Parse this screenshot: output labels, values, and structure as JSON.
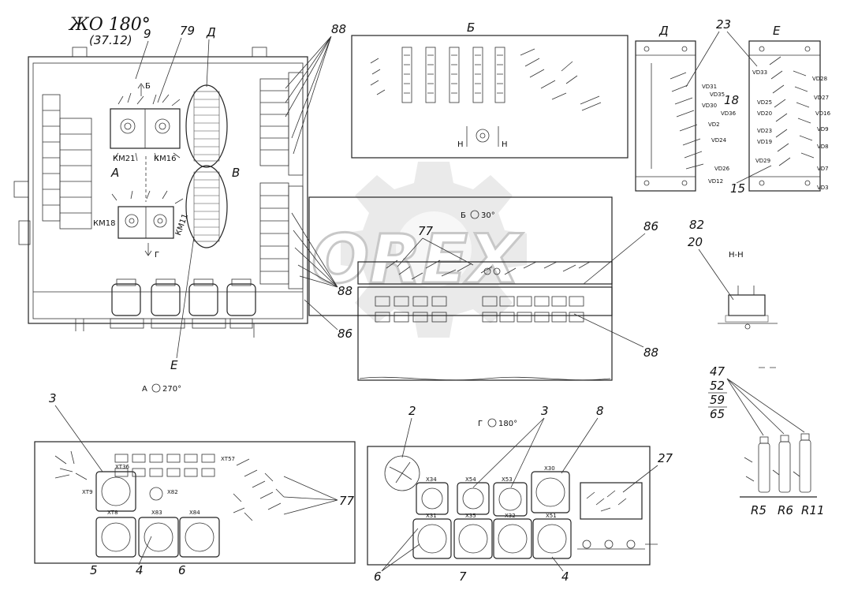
{
  "title": {
    "main": "ЖО 180°",
    "sub": "(37.12)"
  },
  "watermark": {
    "text": "OREX"
  },
  "view_markers": {
    "A_270": "А",
    "A_270_angle": "270°",
    "B_30": "Б",
    "B_30_angle": "30°",
    "G_180": "Г",
    "G_180_angle": "180°",
    "section_HH": "Н-Н",
    "view_B_title": "Б",
    "view_D_title": "Д",
    "view_E_title": "Е",
    "left_D": "Д",
    "left_E": "Е",
    "left_A": "А",
    "left_V": "В",
    "arrow_B": "Б",
    "arrow_G": "Г",
    "view_B_H1": "Н",
    "view_B_H2": "Н"
  },
  "callouts": {
    "c9": "9",
    "c79": "79",
    "c88_top": "88",
    "c88_mid": "88",
    "c86_left": "86",
    "c77_mid": "77",
    "c86_mid": "86",
    "c88_right": "88",
    "c23": "23",
    "c18": "18",
    "c15": "15",
    "c82": "82",
    "c20": "20",
    "c47": "47",
    "c52": "52",
    "c59": "59",
    "c65": "65",
    "c3_left": "3",
    "c5": "5",
    "c4_left": "4",
    "c6_left": "6",
    "c77_right": "77",
    "c2": "2",
    "c3_right": "3",
    "c8": "8",
    "c27": "27",
    "c6_right": "6",
    "c7": "7",
    "c4_right": "4"
  },
  "components": {
    "km21": "КМ21",
    "km16": "КМ16",
    "km18": "КМ11",
    "km18b": "КМ18",
    "r5": "R5",
    "r6": "R6",
    "r11": "R11"
  },
  "diodes": {
    "vd31": "VD31",
    "vd35": "VD35",
    "vd30": "VD30",
    "vd36": "VD36",
    "vd2": "VD2",
    "vd24": "VD24",
    "vd26": "VD26",
    "vd12": "VD12",
    "vd33": "VD33",
    "vd28": "VD28",
    "vd27": "VD27",
    "vd25": "VD25",
    "vd20": "VD20",
    "vd23": "VD23",
    "vd19": "VD19",
    "vd29": "VD29",
    "vd9": "VD9",
    "vd8": "VD8",
    "vd7": "VD7",
    "vd3": "VD3",
    "vd16": "VD16"
  },
  "connectors_left_panel": {
    "xt8": "ХТ8",
    "xt9": "ХТ9",
    "x83": "Х83",
    "x84": "Х84",
    "x82": "Х82",
    "xt36": "ХТ36",
    "xt57": "ХТ57"
  },
  "connectors_right_panel": {
    "x34": "Х34",
    "x54": "Х54",
    "x53": "Х53",
    "x30": "Х30",
    "x31": "Х31",
    "x35": "Х35",
    "x32": "Х32",
    "x51": "Х51"
  }
}
